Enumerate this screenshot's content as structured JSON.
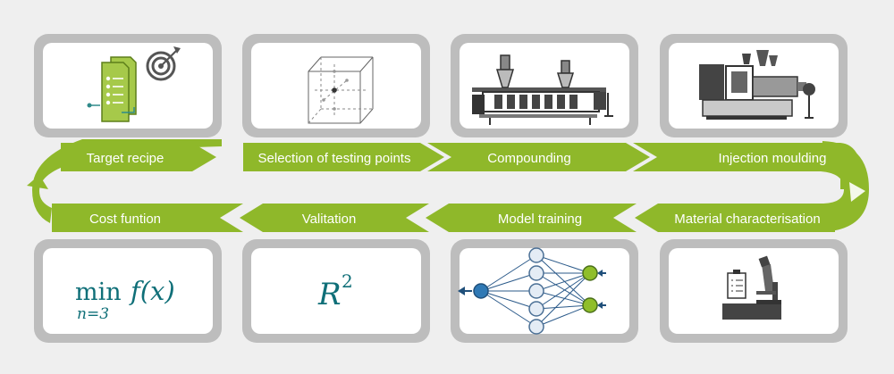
{
  "colors": {
    "background": "#efefef",
    "frame": "#bdbdbd",
    "card": "#ffffff",
    "arrow_green": "#8fb82a",
    "icon_green": "#a6c94a",
    "math_teal": "#0f6f78",
    "node_blue": "#2f79b5",
    "dark_gray": "#555555"
  },
  "stages_top": [
    {
      "label": "Target recipe",
      "icon": "document-target-icon"
    },
    {
      "label": "Selection of testing points",
      "icon": "cube-points-icon"
    },
    {
      "label": "Compounding",
      "icon": "extruder-icon"
    },
    {
      "label": "Injection moulding",
      "icon": "injection-machine-icon"
    }
  ],
  "stages_bottom": [
    {
      "label": "Cost funtion",
      "icon": "cost-function-formula"
    },
    {
      "label": "Valitation",
      "icon": "r-squared-formula"
    },
    {
      "label": "Model training",
      "icon": "neural-network-icon"
    },
    {
      "label": "Material characterisation",
      "icon": "lab-microscope-icon"
    }
  ],
  "formulas": {
    "cost": {
      "operator": "min",
      "subscript": "n=3",
      "expression": "f(x)"
    },
    "validation": {
      "base": "R",
      "exponent": "2"
    }
  }
}
